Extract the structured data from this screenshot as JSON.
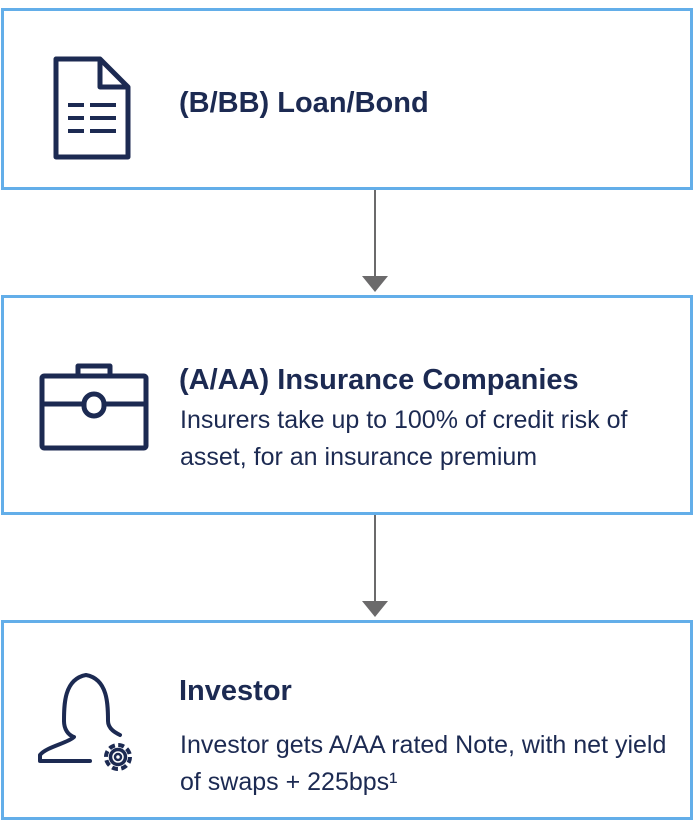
{
  "steps": [
    {
      "title": "(B/BB) Loan/Bond",
      "description": "",
      "icon": "document-icon"
    },
    {
      "title": "(A/AA) Insurance Companies",
      "description": "Insurers take up to 100% of credit risk of asset, for an insurance premium",
      "icon": "briefcase-icon"
    },
    {
      "title": "Investor",
      "description": "Investor gets A/AA rated Note, with net yield of swaps + 225bps¹",
      "icon": "person-gear-icon"
    }
  ],
  "colors": {
    "border": "#63aee9",
    "text": "#1c2a52",
    "arrow": "#6b6a6b"
  }
}
